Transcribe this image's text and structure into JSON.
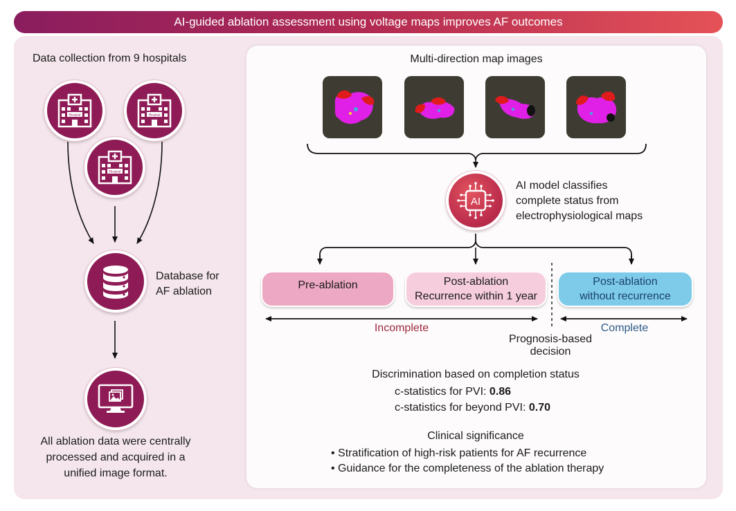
{
  "banner": {
    "title": "AI-guided ablation assessment using voltage maps improves AF outcomes"
  },
  "left": {
    "data_collection": "Data collection from 9 hospitals",
    "hospital_sign": "Hospital",
    "database_label_1": "Database for",
    "database_label_2": "AF ablation",
    "processed_line_1": "All ablation data were centrally",
    "processed_line_2": "processed and acquired in a",
    "processed_line_3": "unified image format."
  },
  "right": {
    "maps_title": "Multi-direction map images",
    "ai_badge": "AI",
    "ai_line_1": "AI model classifies",
    "ai_line_2": "complete status from",
    "ai_line_3": "electrophysiological maps",
    "pre_ablation": "Pre-ablation",
    "post_ablation_1": "Post-ablation",
    "post_ablation_1_sub": "Recurrence within 1 year",
    "post_ablation_2": "Post-ablation",
    "post_ablation_2_sub": "without recurrence",
    "incomplete": "Incomplete",
    "complete": "Complete",
    "prognosis_1": "Prognosis-based",
    "prognosis_2": "decision",
    "discrimination_title": "Discrimination based on completion status",
    "cstat_pvi_label": "c-statistics for PVI: ",
    "cstat_pvi_value": "0.86",
    "cstat_beyond_label": "c-statistics for beyond PVI: ",
    "cstat_beyond_value": "0.70",
    "clinical_title": "Clinical significance",
    "bullet_1": "• Stratification of high-risk patients for AF recurrence",
    "bullet_2": "• Guidance for the completeness of the ablation therapy"
  },
  "colors": {
    "banner_start": "#8a1d5f",
    "banner_end": "#e55257",
    "icon_circle": "#8e1b55",
    "ai_circle": "#c0304a",
    "incomplete_text": "#9b2a3c",
    "complete_text": "#2c5a86",
    "complete_pill": "#7dcbe9",
    "pre_pill": "#eda8c3",
    "post_pill": "#f6cddd"
  },
  "icons": [
    "hospital-icon",
    "database-icon",
    "monitor-image-icon",
    "ai-chip-icon"
  ]
}
